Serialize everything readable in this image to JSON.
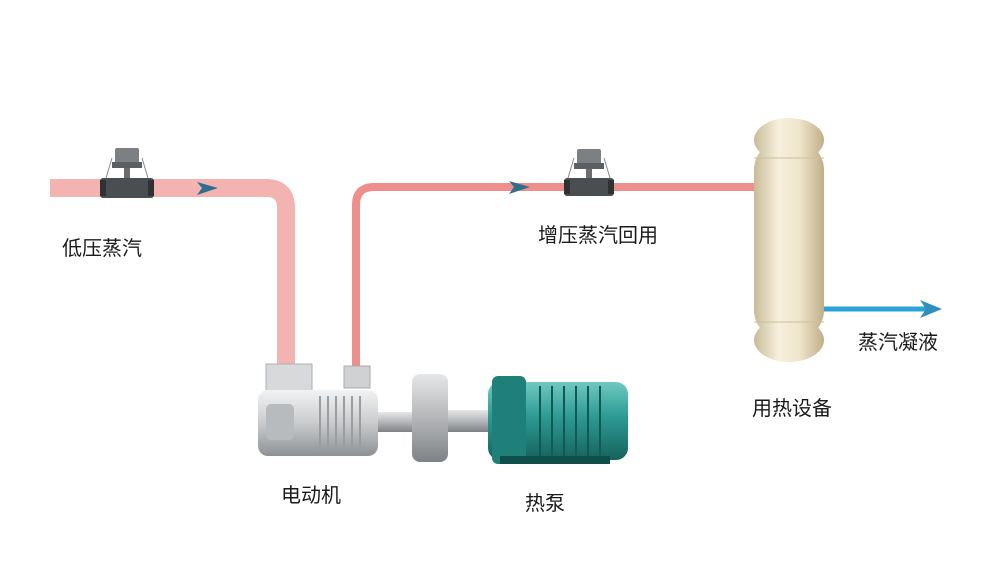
{
  "labels": {
    "low_pressure_steam": "低压蒸汽",
    "boosted_steam_reuse": "增压蒸汽回用",
    "steam_condensate": "蒸汽凝液",
    "heat_equipment": "用热设备",
    "motor": "电动机",
    "heat_pump": "热泵"
  },
  "colors": {
    "steam_pipe": "#f3b3b0",
    "boosted_pipe": "#ee8f8c",
    "condensate_pipe": "#2aa3d8",
    "flow_arrow": "#2e6f8e",
    "vessel": "#e8dcc2",
    "motor_body": "#2c9a93",
    "pump_body": "#d4d6d8"
  },
  "icons": {
    "flow_meter": "flow-meter-icon",
    "flow_arrow": "chevron-right-icon"
  }
}
